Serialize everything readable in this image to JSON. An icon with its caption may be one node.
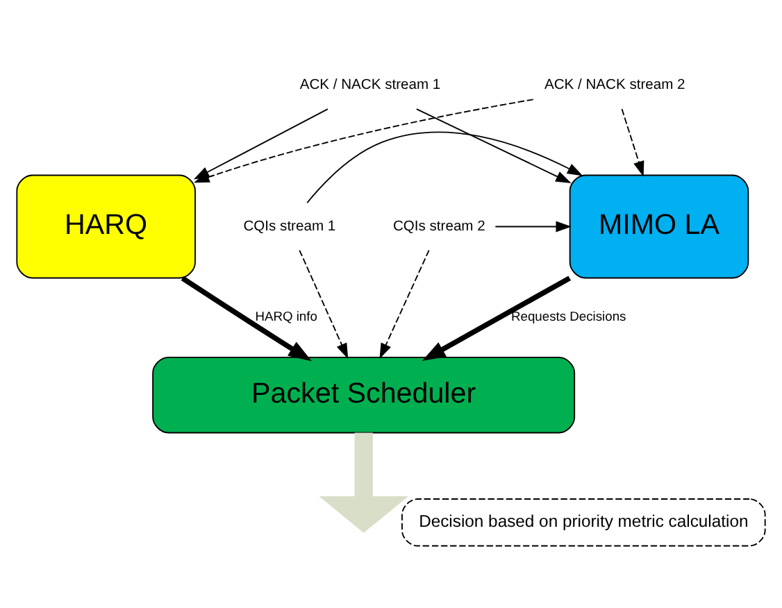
{
  "diagram": {
    "nodes": [
      {
        "text": [
          "ACK / NACK stream 1"
        ]
      },
      {
        "text": [
          "ACK / NACK stream 2"
        ]
      },
      {
        "text": [
          "HARQ"
        ]
      },
      {
        "text": [
          "MIMO LA"
        ]
      },
      {
        "text": [
          "CQIs stream 1"
        ]
      },
      {
        "text": [
          "CQIs stream 2"
        ]
      },
      {
        "text": [
          "Packet Scheduler"
        ]
      },
      {
        "text": [
          "Decision based on priority metric calculation"
        ]
      }
    ],
    "edges": [
      {
        "from": 0,
        "to": 2,
        "arrow": "to"
      },
      {
        "from": 0,
        "to": 3,
        "arrow": "to"
      },
      {
        "from": 1,
        "to": 2,
        "arrow": "to",
        "style": "dashed"
      },
      {
        "from": 1,
        "to": 3,
        "arrow": "to",
        "style": "dashed"
      },
      {
        "from": 4,
        "to": 3,
        "arrow": "to"
      },
      {
        "from": 5,
        "to": 3,
        "arrow": "to"
      },
      {
        "from": 4,
        "to": 6,
        "arrow": "to",
        "style": "dashed"
      },
      {
        "from": 5,
        "to": 6,
        "arrow": "to",
        "style": "dashed"
      },
      {
        "from": 2,
        "to": 6,
        "label": "HARQ info",
        "arrow": "to",
        "style": "thick"
      },
      {
        "from": 3,
        "to": 6,
        "label": "Requests Decisions",
        "arrow": "to",
        "style": "thick"
      },
      {
        "from": 6,
        "to": null,
        "arrow": "to",
        "style": "thick",
        "color": "#d8dec8"
      }
    ]
  }
}
